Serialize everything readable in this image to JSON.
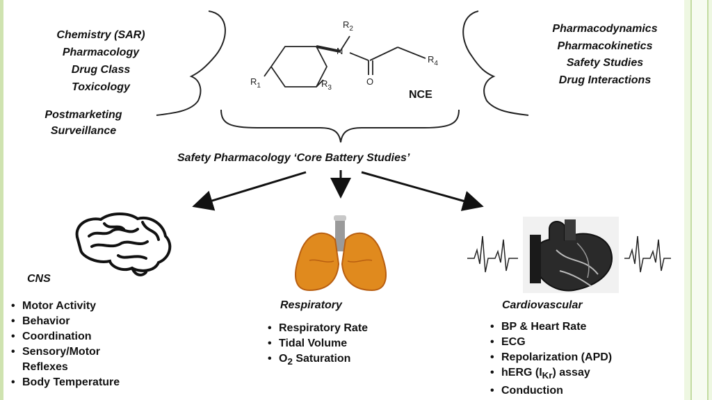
{
  "left_list": [
    "Chemistry (SAR)",
    "Pharmacology",
    "Drug Class",
    "Toxicology"
  ],
  "postmarketing": [
    "Postmarketing",
    "Surveillance"
  ],
  "right_list": [
    "Pharmacodynamics",
    "Pharmacokinetics",
    "Safety Studies",
    "Drug Interactions"
  ],
  "molecule": {
    "label": "NCE",
    "r1": "R",
    "r1_sub": "1",
    "r2": "R",
    "r2_sub": "2",
    "r3": "R",
    "r3_sub": "3",
    "r4": "R",
    "r4_sub": "4",
    "n": "N",
    "o": "O"
  },
  "core_battery": "Safety Pharmacology ‘Core Battery Studies’",
  "cns": {
    "title": "CNS",
    "items": [
      "Motor Activity",
      "Behavior",
      "Coordination",
      "Sensory/Motor",
      "Reflexes",
      "Body Temperature"
    ]
  },
  "respiratory": {
    "title": "Respiratory",
    "items": [
      "Respiratory Rate",
      "Tidal Volume"
    ],
    "o2": {
      "pre": "O",
      "sub": "2",
      "post": " Saturation"
    }
  },
  "cardiovascular": {
    "title": "Cardiovascular",
    "items": [
      "BP & Heart Rate",
      "ECG",
      "Repolarization (APD)"
    ],
    "herg": {
      "pre": "hERG (I",
      "sub": "Kr",
      "post": ") assay"
    },
    "last": "Conduction"
  },
  "colors": {
    "frame": "#cfe3b0",
    "lung": "#e08a1e",
    "lung_dark": "#b85e10"
  }
}
